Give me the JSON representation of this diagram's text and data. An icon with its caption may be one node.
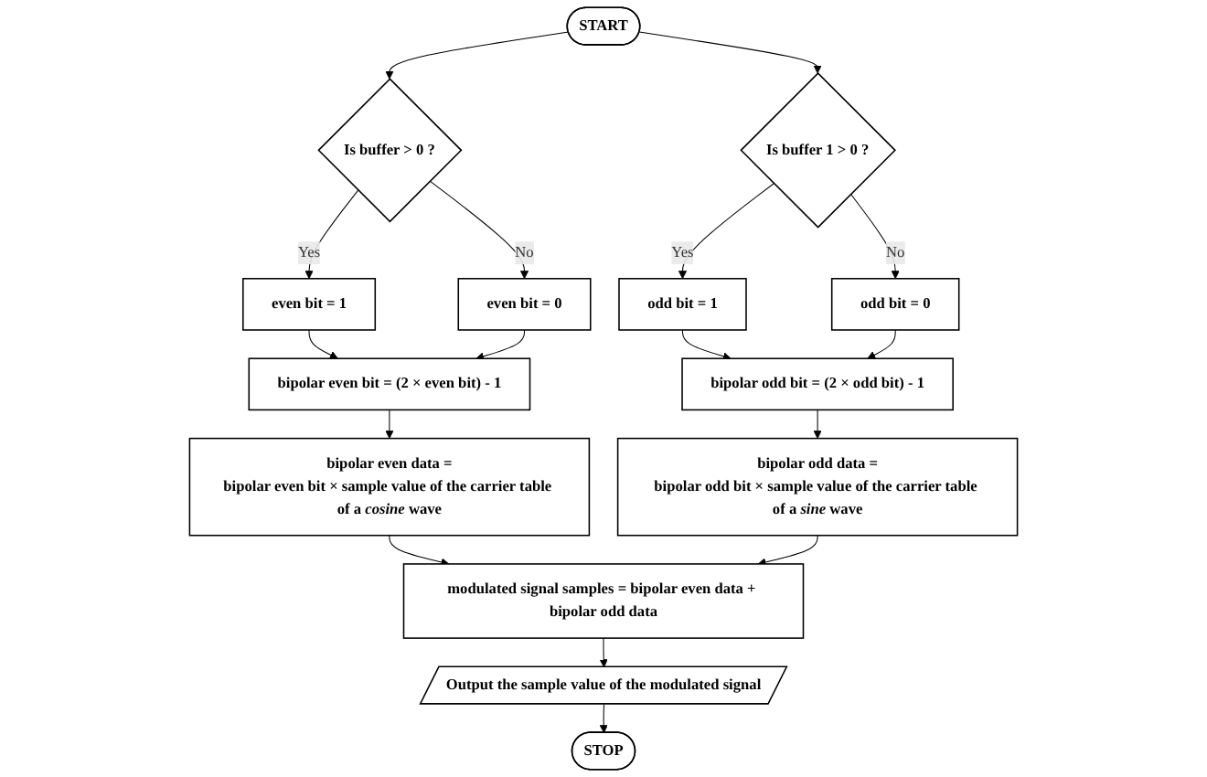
{
  "diagram": {
    "nodes": [
      {
        "text": [
          "START"
        ]
      },
      {
        "text": [
          "Is buffer > 0 ?"
        ]
      },
      {
        "text": [
          "Is buffer 1 > 0 ?"
        ]
      },
      {
        "text": [
          "even bit = 1"
        ]
      },
      {
        "text": [
          "even bit = 0"
        ]
      },
      {
        "text": [
          "odd bit = 1"
        ]
      },
      {
        "text": [
          "odd bit = 0"
        ]
      },
      {
        "text": [
          "bipolar even bit = (2 × even bit) - 1"
        ]
      },
      {
        "text": [
          "bipolar odd bit = (2 × odd bit) - 1"
        ]
      },
      {
        "text": [
          "bipolar even data =",
          "bipolar even bit × sample value of the carrier table of a *cosine* wave"
        ]
      },
      {
        "text": [
          "bipolar odd data =",
          "bipolar odd bit × sample value of the carrier table of a *sine* wave"
        ]
      },
      {
        "text": [
          "modulated signal samples = bipolar even data + bipolar odd data"
        ]
      },
      {
        "text": [
          "Output the sample value of the modulated signal"
        ]
      },
      {
        "text": [
          "STOP"
        ]
      }
    ],
    "edges": [
      {
        "from": 0,
        "to": 1,
        "arrow": "to"
      },
      {
        "from": 0,
        "to": 2,
        "arrow": "to"
      },
      {
        "from": 1,
        "to": 3,
        "arrow": "to",
        "label": "Yes"
      },
      {
        "from": 1,
        "to": 4,
        "arrow": "to",
        "label": "No"
      },
      {
        "from": 2,
        "to": 5,
        "arrow": "to",
        "label": "Yes"
      },
      {
        "from": 2,
        "to": 6,
        "arrow": "to",
        "label": "No"
      },
      {
        "from": 3,
        "to": 7,
        "arrow": "to"
      },
      {
        "from": 4,
        "to": 7,
        "arrow": "to"
      },
      {
        "from": 5,
        "to": 8,
        "arrow": "to"
      },
      {
        "from": 6,
        "to": 8,
        "arrow": "to"
      },
      {
        "from": 7,
        "to": 9,
        "arrow": "to"
      },
      {
        "from": 8,
        "to": 10,
        "arrow": "to"
      },
      {
        "from": 9,
        "to": 11,
        "arrow": "to"
      },
      {
        "from": 10,
        "to": 11,
        "arrow": "to"
      },
      {
        "from": 11,
        "to": 12,
        "arrow": "to"
      },
      {
        "from": 12,
        "to": 13,
        "arrow": "to"
      }
    ]
  }
}
